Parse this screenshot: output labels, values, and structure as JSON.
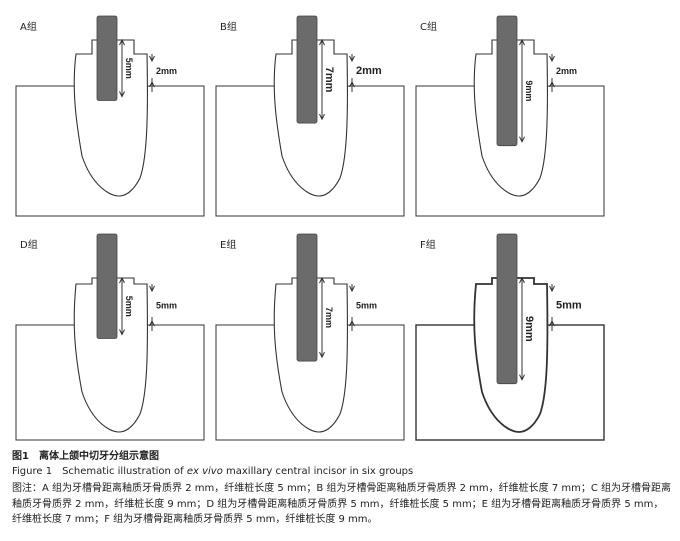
{
  "panels": [
    {
      "id": "A",
      "label": "A组",
      "post_length": "5mm",
      "bone_distance": "2mm"
    },
    {
      "id": "B",
      "label": "B组",
      "post_length": "7mm",
      "bone_distance": "2mm"
    },
    {
      "id": "C",
      "label": "C组",
      "post_length": "9mm",
      "bone_distance": "2mm"
    },
    {
      "id": "D",
      "label": "D组",
      "post_length": "5mm",
      "bone_distance": "5mm"
    },
    {
      "id": "E",
      "label": "E组",
      "post_length": "7mm",
      "bone_distance": "5mm"
    },
    {
      "id": "F",
      "label": "F组",
      "post_length": "9mm",
      "bone_distance": "5mm"
    }
  ],
  "caption": {
    "title_cn": "图1　离体上颌中切牙分组示意图",
    "title_en_prefix": "Figure 1　Schematic illustration of ",
    "title_en_italic": "ex vivo",
    "title_en_suffix": " maxillary central incisor in six groups",
    "note": "图注：A 组为牙槽骨距离釉质牙骨质界 2 mm，纤维桩长度 5 mm；B 组为牙槽骨距离釉质牙骨质界 2 mm，纤维桩长度 7 mm；C 组为牙槽骨距离釉质牙骨质界 2 mm，纤维桩长度 9 mm；D 组为牙槽骨距离釉质牙骨质界 5 mm，纤维桩长度 5 mm；E 组为牙槽骨距离釉质牙骨质界 5 mm，纤维桩长度 7 mm；F 组为牙槽骨距离釉质牙骨质界 5 mm，纤维桩长度 9 mm。"
  }
}
